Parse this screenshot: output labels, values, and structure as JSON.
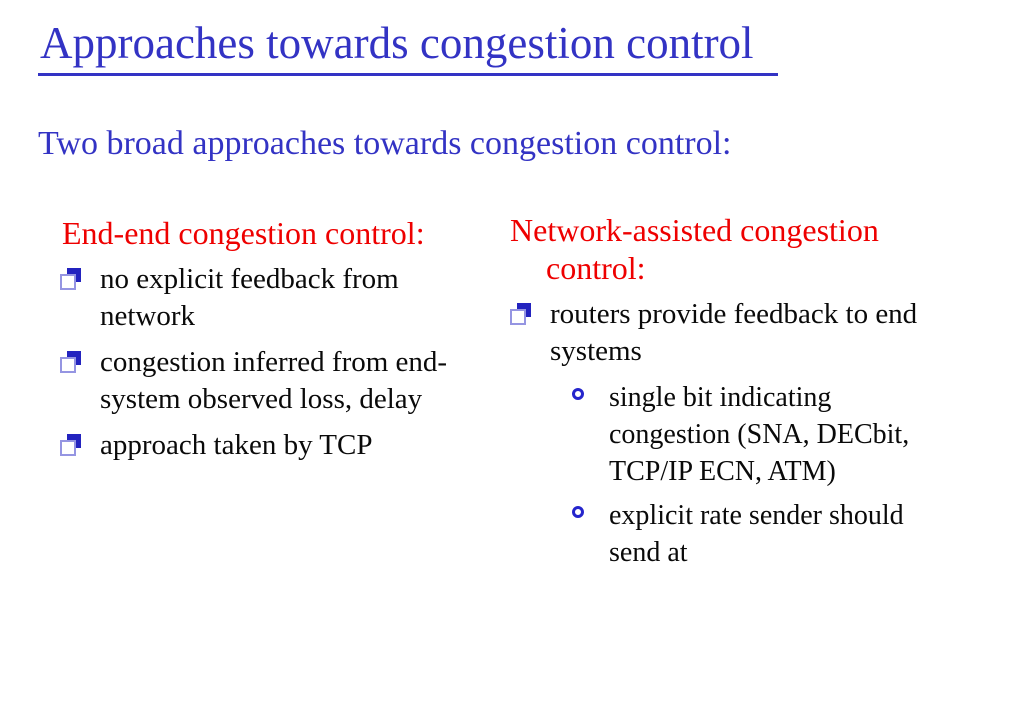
{
  "slide": {
    "title": "Approaches towards congestion control",
    "intro": "Two broad approaches towards congestion control:",
    "columns": {
      "left": {
        "heading": "End-end congestion control:",
        "bullets": [
          "no explicit feedback from\nnetwork",
          "congestion inferred from end-\nsystem observed loss, delay",
          "approach taken by TCP"
        ]
      },
      "right": {
        "heading": "Network-assisted congestion\ncontrol:",
        "bullets": [
          {
            "text": "routers provide feedback to end\nsystems",
            "sub_bullets": [
              "single bit indicating\ncongestion (SNA, DECbit,\nTCP/IP ECN, ATM)",
              "explicit rate sender should\nsend at"
            ]
          }
        ]
      }
    },
    "colors": {
      "title_blue": "#3333c4",
      "heading_red": "#ee0000",
      "body_black": "#0a0a0a",
      "bullet_blue": "#2323bf"
    },
    "icons": {
      "square_bullet": "shadowed-square-bullet",
      "circle_bullet": "open-circle-bullet"
    }
  }
}
